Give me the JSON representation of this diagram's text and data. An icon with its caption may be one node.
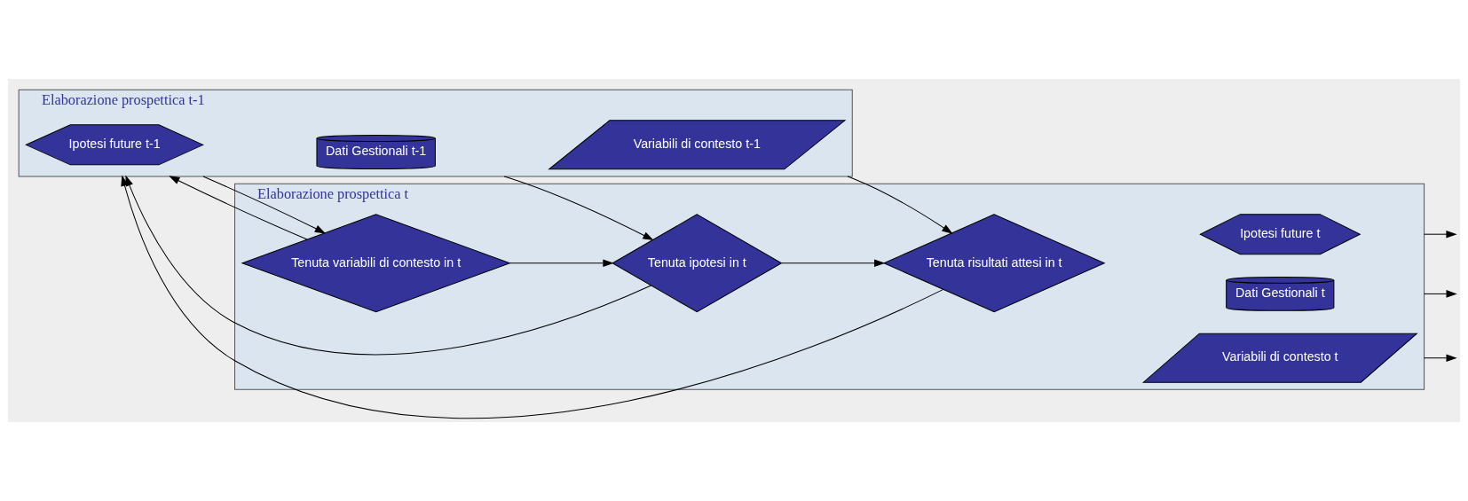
{
  "diagram": {
    "nodes": [
      {
        "text": [
          "Elaborazione prospettica t-1"
        ]
      },
      {
        "text": [
          "Ipotesi future t-1"
        ],
        "in": 0
      },
      {
        "text": [
          "Dati Gestionali t-1"
        ],
        "in": 0
      },
      {
        "text": [
          "Variabili di contesto t-1"
        ],
        "in": 0
      },
      {
        "text": [
          "Elaborazione prospettica t"
        ]
      },
      {
        "text": [
          "Tenuta variabili di contesto in t"
        ],
        "in": 4
      },
      {
        "text": [
          "Tenuta ipotesi in t"
        ],
        "in": 4
      },
      {
        "text": [
          "Tenuta risultati attesi in t"
        ],
        "in": 4
      },
      {
        "text": [
          "Ipotesi future t"
        ],
        "in": 4
      },
      {
        "text": [
          "Dati Gestionali t"
        ],
        "in": 4
      },
      {
        "text": [
          "Variabili di contesto t"
        ],
        "in": 4
      }
    ],
    "edges": [
      {
        "from": 0,
        "to": 5,
        "arrow": "to"
      },
      {
        "from": 0,
        "to": 6,
        "arrow": "to"
      },
      {
        "from": 0,
        "to": 7,
        "arrow": "to"
      },
      {
        "from": 5,
        "to": 6,
        "arrow": "to"
      },
      {
        "from": 6,
        "to": 7,
        "arrow": "to"
      },
      {
        "from": 5,
        "to": 0,
        "arrow": "to"
      },
      {
        "from": 6,
        "to": 0,
        "arrow": "to"
      },
      {
        "from": 7,
        "to": 0,
        "arrow": "to"
      },
      {
        "from": 4,
        "to": null,
        "arrow": "to"
      },
      {
        "from": 4,
        "to": null,
        "arrow": "to"
      },
      {
        "from": 4,
        "to": null,
        "arrow": "to"
      }
    ]
  }
}
